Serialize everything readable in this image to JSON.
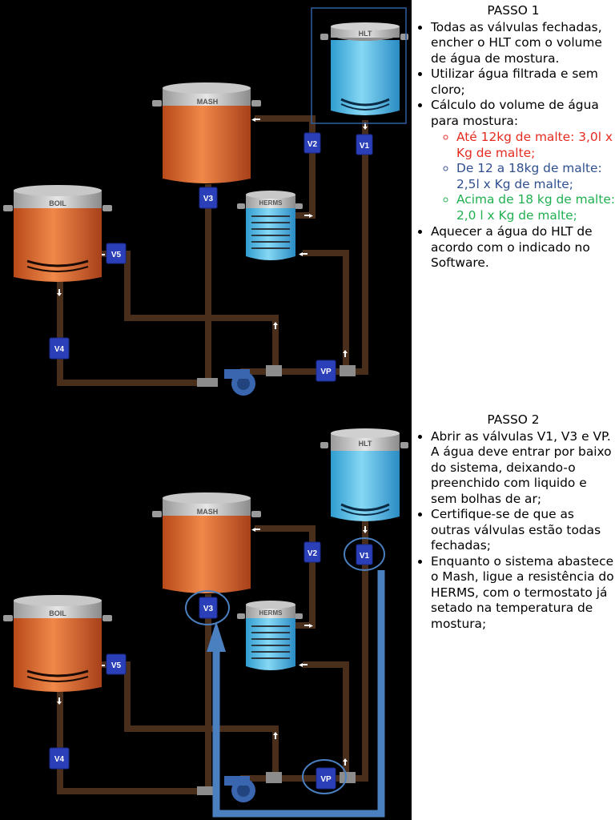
{
  "tanks": {
    "hlt": "HLT",
    "mash": "MASH",
    "boil": "BOIL",
    "herms": "HERMS"
  },
  "valves": {
    "v1": "V1",
    "v2": "V2",
    "v3": "V3",
    "v4": "V4",
    "v5": "V5",
    "vp": "VP"
  },
  "colors": {
    "background": "#000000",
    "pipe": "#4a2e1c",
    "water": "#5cbfe8",
    "wort": "#d9682a",
    "valve": "#2a3fb8",
    "flow_arrow": "#4a7fc0",
    "red_text": "#e52b20",
    "blue_text": "#2f4f8f",
    "green_text": "#20b050"
  },
  "step1": {
    "title": "PASSO 1",
    "items": [
      "Todas as válvulas fechadas, encher o HLT com o volume de água de mostura.",
      "Utilizar água filtrada e sem cloro;",
      "Cálculo do volume de água para mostura:"
    ],
    "sub_items": [
      "Até 12kg de malte: 3,0l x Kg de malte;",
      "De 12 a 18kg de malte: 2,5l x Kg de malte;",
      "Acima de 18 kg de malte: 2,0 l x Kg de malte;"
    ],
    "last_item": "Aquecer a água do HLT de acordo com o indicado no Software."
  },
  "step2": {
    "title": "PASSO 2",
    "items": [
      "Abrir as válvulas V1, V3 e VP. A água deve entrar por baixo do sistema, deixando-o preenchido com liquido e sem bolhas de ar;",
      "Certifique-se de que as outras válvulas estão todas fechadas;",
      "Enquanto o sistema abastece o Mash, ligue a resistência do HERMS, com o termostato já setado na temperatura de mostura;"
    ]
  }
}
